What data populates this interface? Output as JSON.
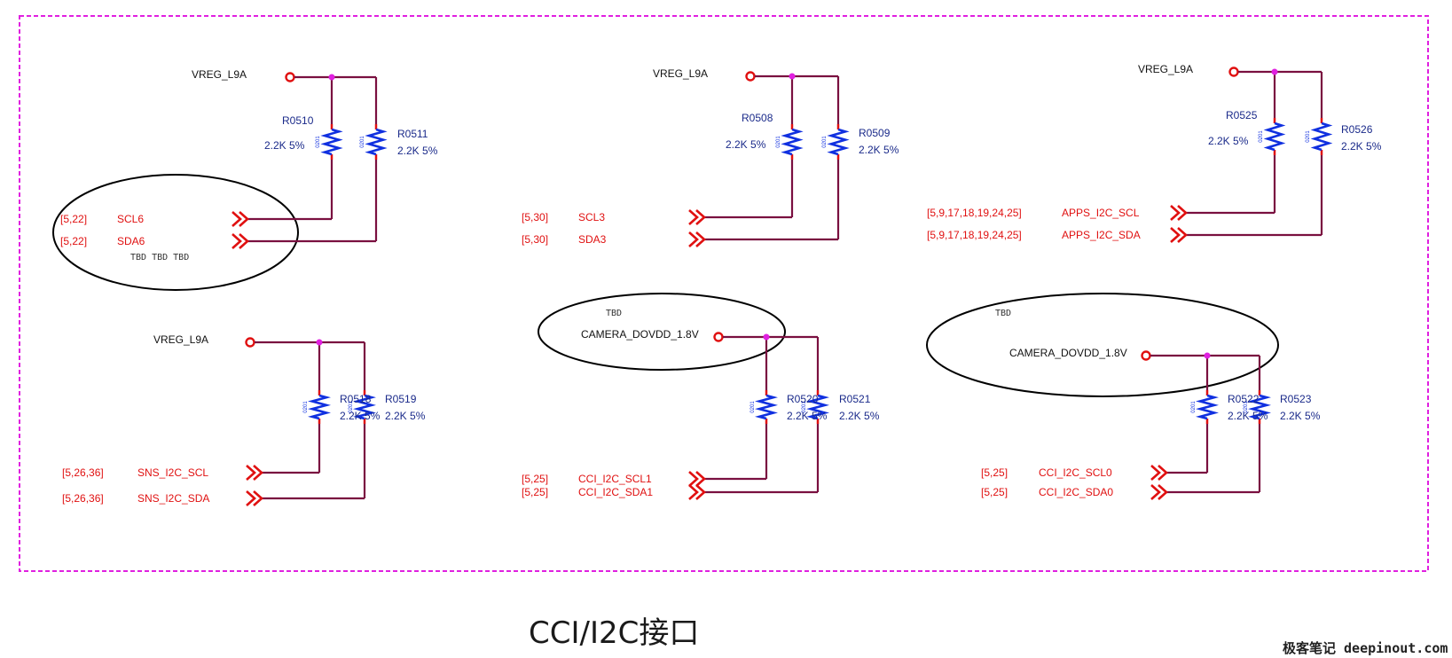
{
  "colors": {
    "frame": "#e020e0",
    "wire": "#7a1040",
    "junction": "#e020e0",
    "resistor": "#1030e0",
    "resistor_lead": "#e01010",
    "port": "#e01010",
    "netlabel": "#e01010",
    "refdes": "#1a2a8a",
    "text": "#111111"
  },
  "circuits": [
    {
      "id": "c1",
      "supply": "VREG_L9A",
      "r1": {
        "ref": "R0510",
        "value": "2.2K 5%",
        "package": "0201"
      },
      "r2": {
        "ref": "R0511",
        "value": "2.2K 5%",
        "package": "0201"
      },
      "net1": {
        "ref": "[5,22]",
        "name": "SCL6"
      },
      "net2": {
        "ref": "[5,22]",
        "name": "SDA6"
      },
      "annotation": {
        "text": "TBD TBD TBD",
        "circled": true
      }
    },
    {
      "id": "c2",
      "supply": "VREG_L9A",
      "r1": {
        "ref": "R0508",
        "value": "2.2K 5%",
        "package": "0201"
      },
      "r2": {
        "ref": "R0509",
        "value": "2.2K 5%",
        "package": "0201"
      },
      "net1": {
        "ref": "[5,30]",
        "name": "SCL3"
      },
      "net2": {
        "ref": "[5,30]",
        "name": "SDA3"
      }
    },
    {
      "id": "c3",
      "supply": "VREG_L9A",
      "r1": {
        "ref": "R0525",
        "value": "2.2K 5%",
        "package": "0201"
      },
      "r2": {
        "ref": "R0526",
        "value": "2.2K 5%",
        "package": "0201"
      },
      "net1": {
        "ref": "[5,9,17,18,19,24,25]",
        "name": "APPS_I2C_SCL"
      },
      "net2": {
        "ref": "[5,9,17,18,19,24,25]",
        "name": "APPS_I2C_SDA"
      }
    },
    {
      "id": "c4",
      "supply": "VREG_L9A",
      "r1": {
        "ref": "R0518",
        "value": "2.2K 5%",
        "package": "0201"
      },
      "r2": {
        "ref": "R0519",
        "value": "2.2K 5%",
        "package": "0201"
      },
      "net1": {
        "ref": "[5,26,36]",
        "name": "SNS_I2C_SCL"
      },
      "net2": {
        "ref": "[5,26,36]",
        "name": "SNS_I2C_SDA"
      }
    },
    {
      "id": "c5",
      "supply": "CAMERA_DOVDD_1.8V",
      "r1": {
        "ref": "R0520",
        "value": "2.2K 5%",
        "package": "0201"
      },
      "r2": {
        "ref": "R0521",
        "value": "2.2K 5%",
        "package": "0201"
      },
      "net1": {
        "ref": "[5,25]",
        "name": "CCI_I2C_SCL1"
      },
      "net2": {
        "ref": "[5,25]",
        "name": "CCI_I2C_SDA1"
      },
      "annotation": {
        "text": "TBD",
        "circled": true
      }
    },
    {
      "id": "c6",
      "supply": "CAMERA_DOVDD_1.8V",
      "r1": {
        "ref": "R0522",
        "value": "2.2K 5%",
        "package": "0201"
      },
      "r2": {
        "ref": "R0523",
        "value": "2.2K 5%",
        "package": "0201"
      },
      "net1": {
        "ref": "[5,25]",
        "name": "CCI_I2C_SCL0"
      },
      "net2": {
        "ref": "[5,25]",
        "name": "CCI_I2C_SDA0"
      },
      "annotation": {
        "text": "TBD",
        "circled": true
      }
    }
  ],
  "caption": "CCI/I2C接口",
  "watermark": "极客笔记 deepinout.com"
}
